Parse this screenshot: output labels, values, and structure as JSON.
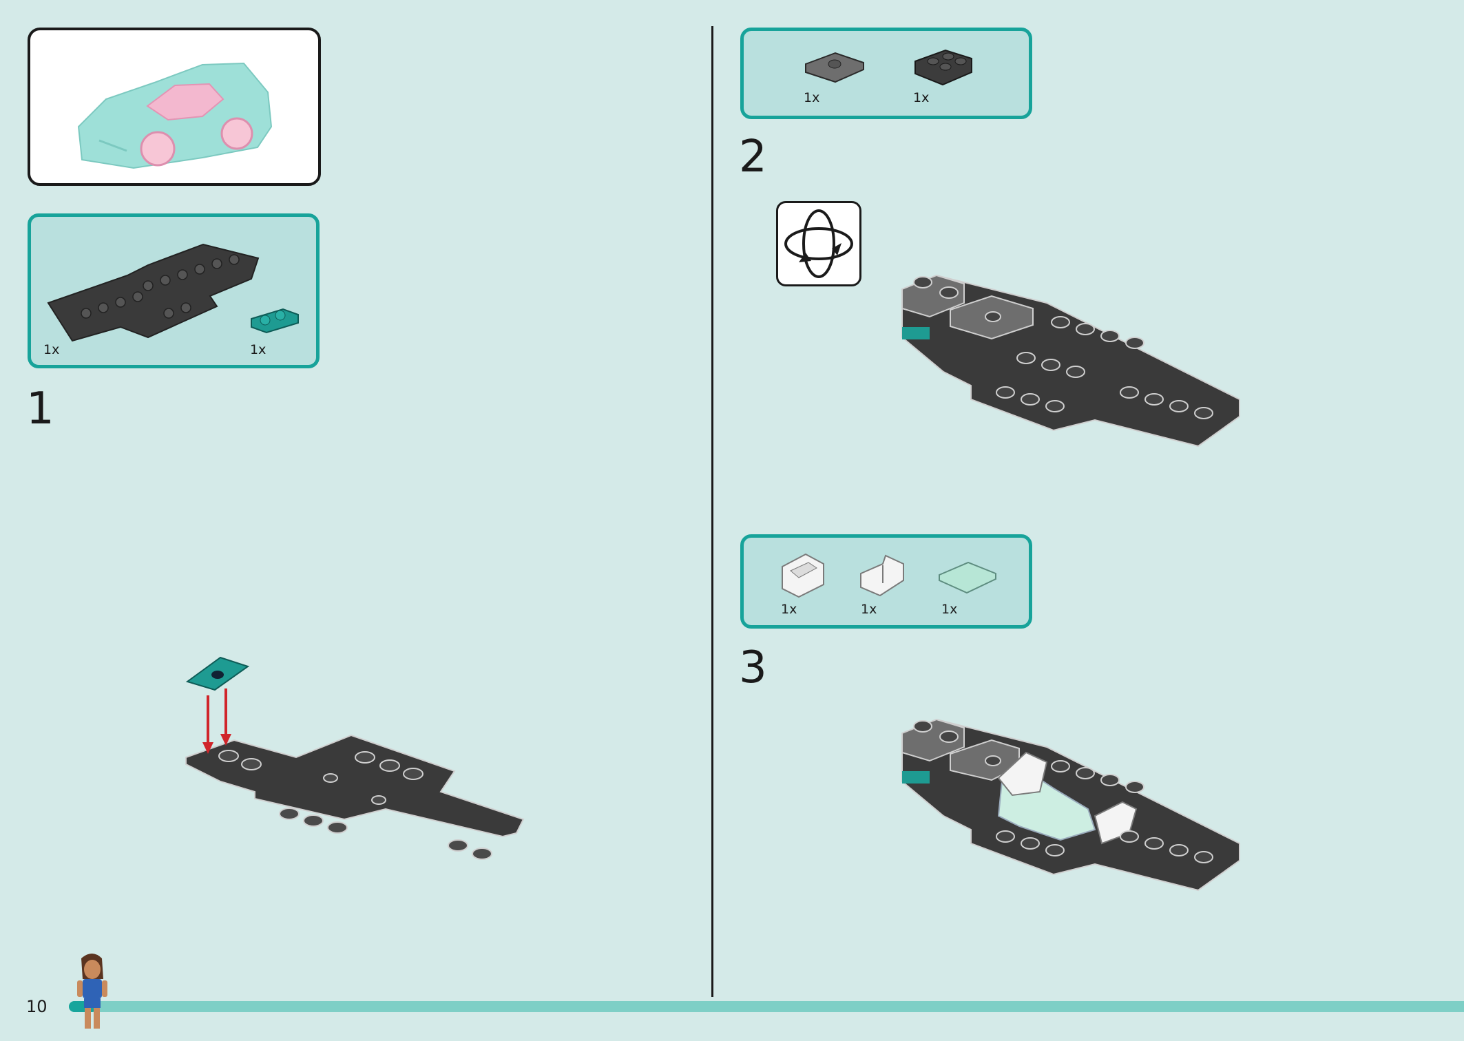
{
  "page": {
    "number": "10",
    "progress": 0.02
  },
  "colors": {
    "background": "#d4eae8",
    "parts_box_fill": "#b9e0de",
    "parts_box_border": "#17a39a",
    "accent_teal": "#18a59c",
    "brick_dark": "#3a3a3a"
  },
  "steps": [
    {
      "number": "1",
      "parts": [
        {
          "qty": "1x",
          "icon": "large-dark-plate-icon"
        },
        {
          "qty": "1x",
          "icon": "teal-plate-1x2-icon"
        }
      ]
    },
    {
      "number": "2",
      "parts": [
        {
          "qty": "1x",
          "icon": "gray-jumper-plate-icon"
        },
        {
          "qty": "1x",
          "icon": "dark-bracket-brick-icon"
        }
      ],
      "rotate_icon": "rotate-model-icon"
    },
    {
      "number": "3",
      "parts": [
        {
          "qty": "1x",
          "icon": "white-windscreen-icon"
        },
        {
          "qty": "1x",
          "icon": "white-seat-icon"
        },
        {
          "qty": "1x",
          "icon": "light-tile-icon"
        }
      ]
    }
  ]
}
